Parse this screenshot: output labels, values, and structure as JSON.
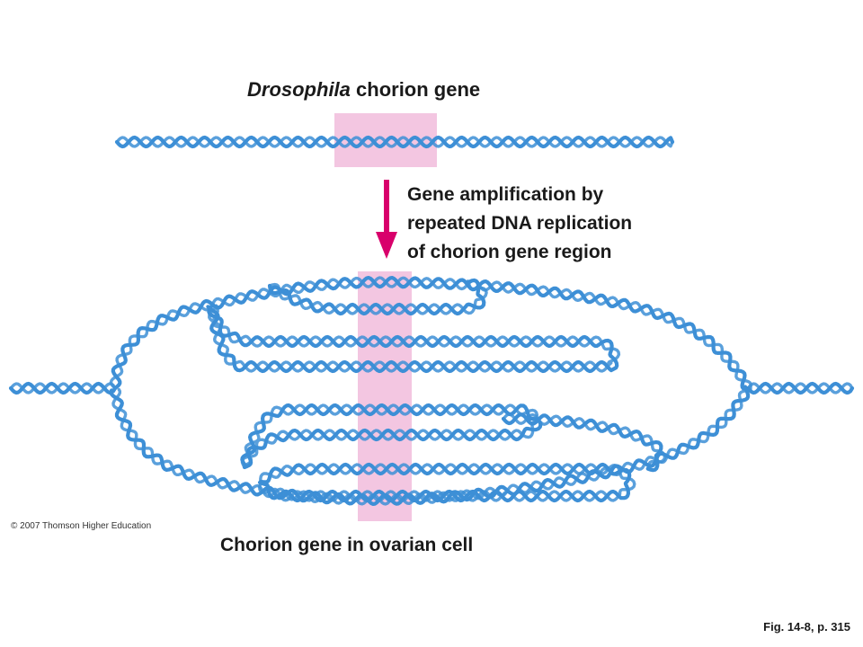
{
  "title": {
    "species": "Drosophila",
    "rest": " chorion gene"
  },
  "process_lines": [
    "Gene amplification by",
    "repeated DNA replication",
    "of chorion gene region"
  ],
  "caption": "Chorion gene in ovarian cell",
  "copyright": "© 2007 Thomson Higher Education",
  "figure_ref": "Fig. 14-8, p. 315",
  "colors": {
    "dna": "#3d8fd6",
    "gene_region": "#f3c6e1",
    "arrow": "#d8006b",
    "text": "#1a1a1a"
  }
}
